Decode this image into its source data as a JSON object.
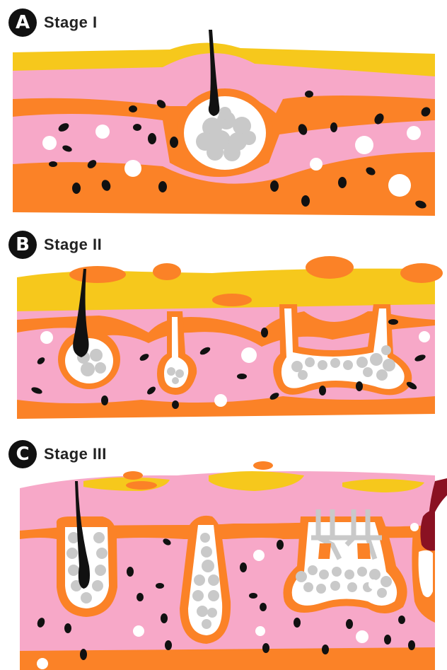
{
  "panels": [
    {
      "letter": "A",
      "title": "Stage I"
    },
    {
      "letter": "B",
      "title": "Stage II"
    },
    {
      "letter": "C",
      "title": "Stage III"
    }
  ],
  "colors": {
    "stratum_corneum": "#f6c81c",
    "epidermis": "#f7a8c8",
    "dermis_orange": "#fb8227",
    "sebum": "#c9c9c9",
    "hair": "#111111",
    "hair_bulb_red": "#8a1122",
    "background": "#ffffff"
  }
}
